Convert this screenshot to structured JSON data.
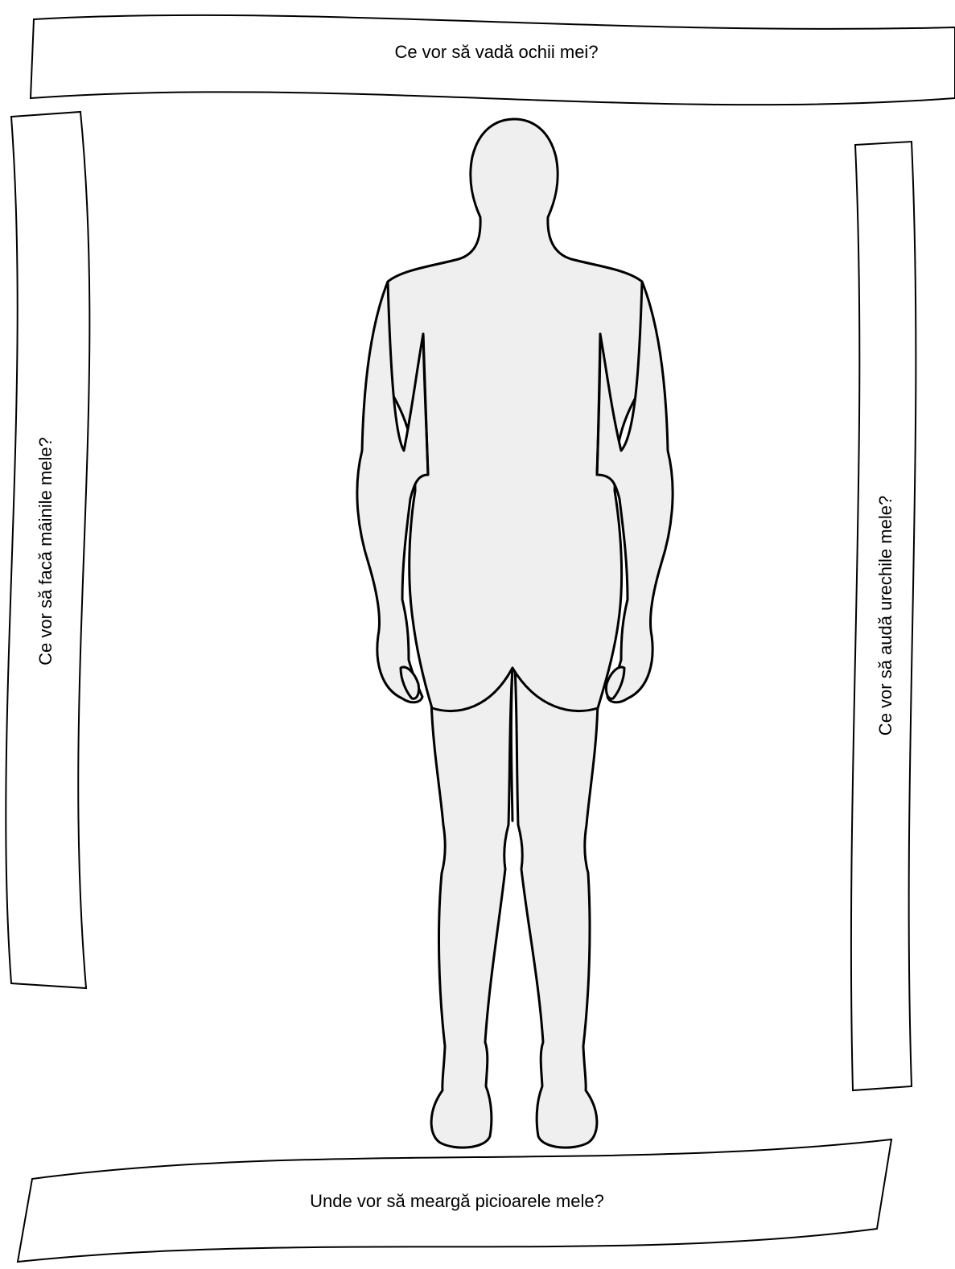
{
  "worksheet": {
    "prompts": {
      "eyes": "Ce vor să vadă ochii mei?",
      "hands": "Ce vor să facă mâinile mele?",
      "ears": "Ce vor să audă urechile mele?",
      "legs": "Unde vor să meargă picioarele mele?"
    },
    "colors": {
      "outline": "#000000",
      "body_fill": "#efefef",
      "banner_fill": "#ffffff"
    }
  }
}
